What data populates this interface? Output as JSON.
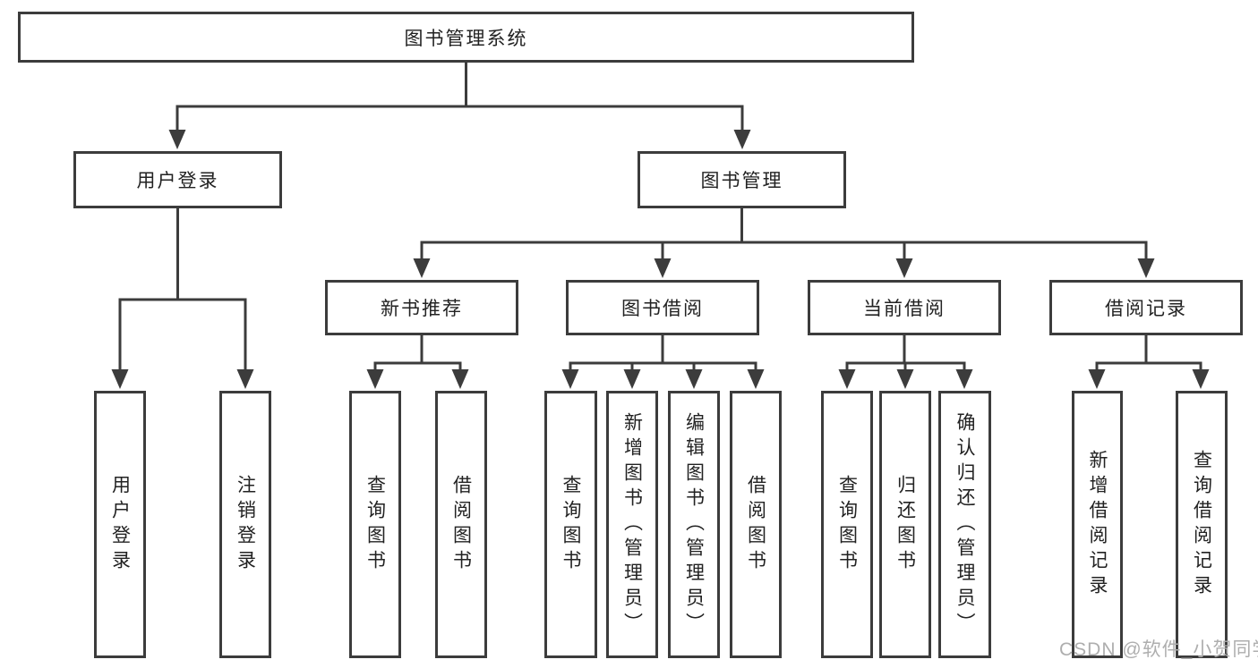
{
  "tree": {
    "root": {
      "label": "图书管理系统"
    },
    "level2": [
      {
        "label": "用户登录"
      },
      {
        "label": "图书管理"
      }
    ],
    "level3": [
      {
        "label": "新书推荐"
      },
      {
        "label": "图书借阅"
      },
      {
        "label": "当前借阅"
      },
      {
        "label": "借阅记录"
      }
    ],
    "leaves": [
      {
        "label": "用户登录"
      },
      {
        "label": "注销登录"
      },
      {
        "label": "查询图书"
      },
      {
        "label": "借阅图书"
      },
      {
        "label": "查询图书"
      },
      {
        "label": "新增图书（管理员）"
      },
      {
        "label": "编辑图书（管理员）"
      },
      {
        "label": "借阅图书"
      },
      {
        "label": "查询图书"
      },
      {
        "label": "归还图书"
      },
      {
        "label": "确认归还（管理员）"
      },
      {
        "label": "新增借阅记录"
      },
      {
        "label": "查询借阅记录"
      }
    ]
  },
  "watermark": {
    "text": "CSDN @软件_小贺同学"
  },
  "colors": {
    "line": "#3c3c3c",
    "box_border": "#3c3c3c",
    "box_background": "#ffffff",
    "text": "#222222",
    "watermark": "#aeaeae"
  }
}
